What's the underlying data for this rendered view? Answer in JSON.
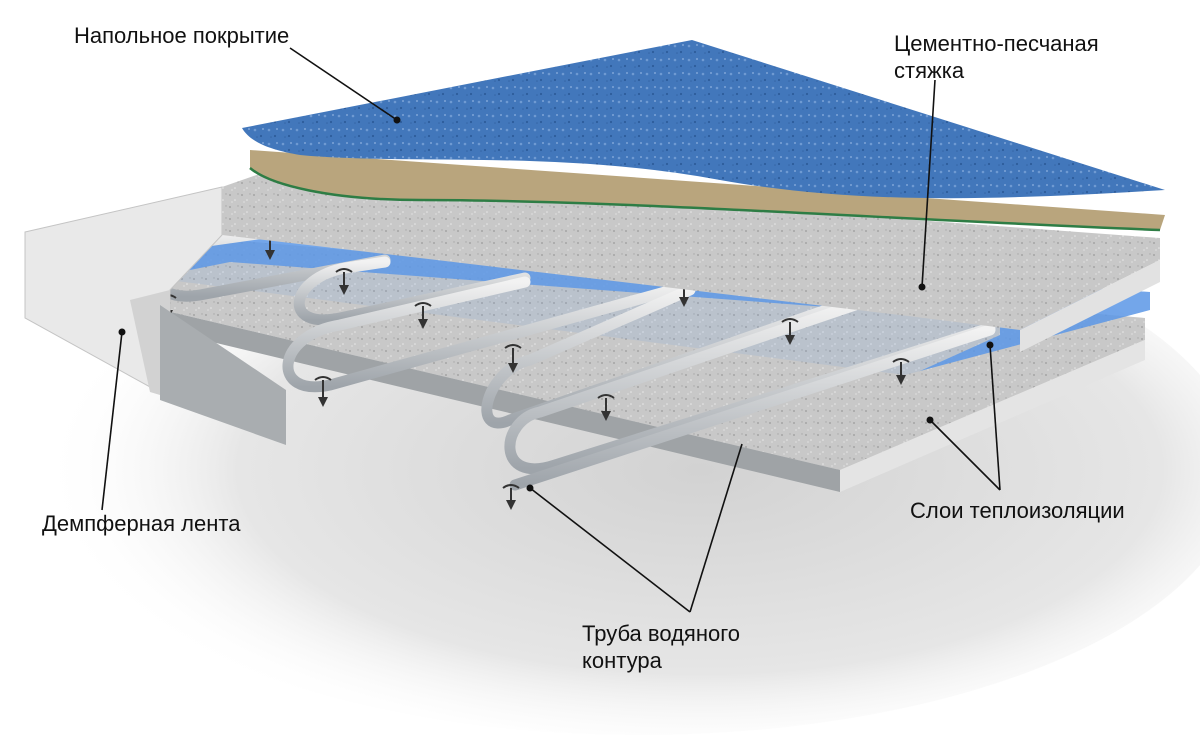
{
  "labels": {
    "floor_covering": "Напольное покрытие",
    "screed_line1": "Цементно-песчаная",
    "screed_line2": "стяжка",
    "damper_tape": "Демпферная лента",
    "insulation_layers": "Слои теплоизоляции",
    "pipe_line1": "Труба водяного",
    "pipe_line2": "контура"
  },
  "colors": {
    "floor_covering": "#3f72b4",
    "underlay": "#b9a57d",
    "screed": "#cfcfcf",
    "reflective_film": "#5a97e6",
    "pipe": "#c4c8cc",
    "damper_tape": "#e9e9e9",
    "green_edge": "#2e7d45"
  }
}
